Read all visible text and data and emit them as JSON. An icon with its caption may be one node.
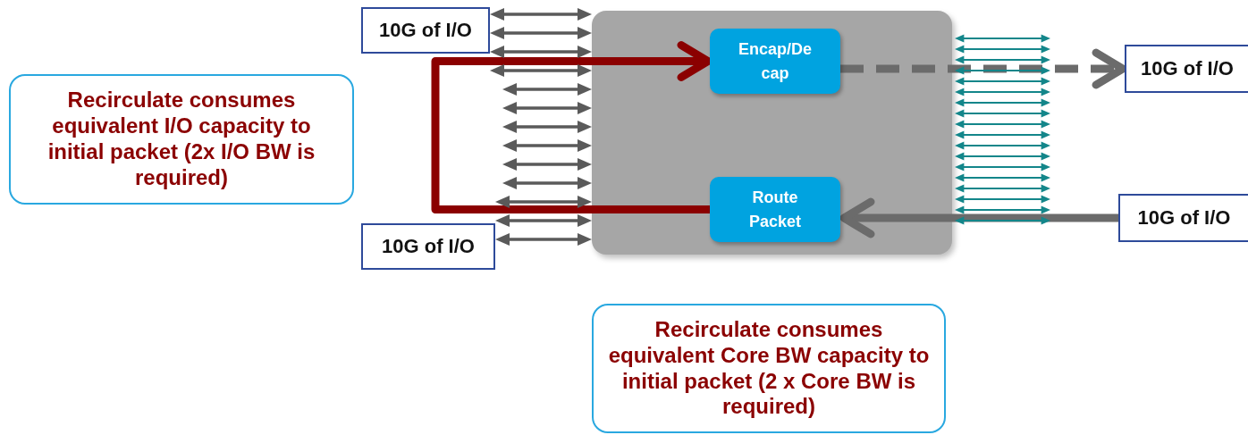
{
  "diagram": {
    "nodes": [
      {
        "text": [
          "10G of I/O"
        ]
      },
      {
        "text": [
          "Recirculate consumes equivalent I/O capacity to initial packet (2x I/O BW is required)"
        ]
      },
      {
        "text": [],
        "shape": "box"
      },
      {
        "text": [
          "Encap/Decap"
        ],
        "in": 2
      },
      {
        "text": [
          "Route Packet"
        ],
        "in": 2
      },
      {
        "text": [
          "10G of I/O"
        ]
      },
      {
        "text": [
          "10G of I/O"
        ]
      },
      {
        "text": [
          "10G of I/O"
        ]
      },
      {
        "text": [
          "Recirculate consumes equivalent Core BW capacity to initial packet (2 x Core BW is required)"
        ]
      }
    ],
    "edges": [
      {
        "from": 4,
        "to": 3,
        "arrow": "to",
        "style": "thick",
        "color": "#8b0000"
      },
      {
        "from": 3,
        "to": 5,
        "arrow": "to",
        "style": "dashed",
        "color": "#6b6b6b"
      },
      {
        "from": 6,
        "to": 4,
        "arrow": "to",
        "style": "thick",
        "color": "#6b6b6b"
      },
      {
        "from": 0,
        "to": 2,
        "arrow": "both",
        "color": "#5a5a5a"
      },
      {
        "from": 0,
        "to": 2,
        "arrow": "both",
        "color": "#5a5a5a"
      },
      {
        "from": 0,
        "to": 2,
        "arrow": "both",
        "color": "#5a5a5a"
      },
      {
        "from": 0,
        "to": 2,
        "arrow": "both",
        "color": "#5a5a5a"
      },
      {
        "from": null,
        "to": 2,
        "arrow": "both",
        "color": "#5a5a5a"
      },
      {
        "from": null,
        "to": 2,
        "arrow": "both",
        "color": "#5a5a5a"
      },
      {
        "from": null,
        "to": 2,
        "arrow": "both",
        "color": "#5a5a5a"
      },
      {
        "from": null,
        "to": 2,
        "arrow": "both",
        "color": "#5a5a5a"
      },
      {
        "from": null,
        "to": 2,
        "arrow": "both",
        "color": "#5a5a5a"
      },
      {
        "from": null,
        "to": 2,
        "arrow": "both",
        "color": "#5a5a5a"
      },
      {
        "from": 7,
        "to": 2,
        "arrow": "both",
        "color": "#5a5a5a"
      },
      {
        "from": 7,
        "to": 2,
        "arrow": "both",
        "color": "#5a5a5a"
      },
      {
        "from": 7,
        "to": 2,
        "arrow": "both",
        "color": "#5a5a5a"
      },
      {
        "from": null,
        "to": 2,
        "arrow": "both",
        "color": "#13868a"
      },
      {
        "from": null,
        "to": 2,
        "arrow": "both",
        "color": "#13868a"
      },
      {
        "from": null,
        "to": 2,
        "arrow": "both",
        "color": "#13868a"
      },
      {
        "from": null,
        "to": 2,
        "arrow": "both",
        "color": "#13868a"
      },
      {
        "from": null,
        "to": 2,
        "arrow": "both",
        "color": "#13868a"
      },
      {
        "from": null,
        "to": 2,
        "arrow": "both",
        "color": "#13868a"
      },
      {
        "from": null,
        "to": 2,
        "arrow": "both",
        "color": "#13868a"
      },
      {
        "from": null,
        "to": 2,
        "arrow": "both",
        "color": "#13868a"
      },
      {
        "from": null,
        "to": 2,
        "arrow": "both",
        "color": "#13868a"
      },
      {
        "from": null,
        "to": 2,
        "arrow": "both",
        "color": "#13868a"
      },
      {
        "from": null,
        "to": 2,
        "arrow": "both",
        "color": "#13868a"
      },
      {
        "from": null,
        "to": 2,
        "arrow": "both",
        "color": "#13868a"
      },
      {
        "from": null,
        "to": 2,
        "arrow": "both",
        "color": "#13868a"
      },
      {
        "from": null,
        "to": 2,
        "arrow": "both",
        "color": "#13868a"
      },
      {
        "from": null,
        "to": 2,
        "arrow": "both",
        "color": "#13868a"
      },
      {
        "from": null,
        "to": 2,
        "arrow": "both",
        "color": "#13868a"
      },
      {
        "from": null,
        "to": 2,
        "arrow": "both",
        "color": "#13868a"
      },
      {
        "from": null,
        "to": 2,
        "arrow": "both",
        "color": "#13868a"
      }
    ]
  }
}
